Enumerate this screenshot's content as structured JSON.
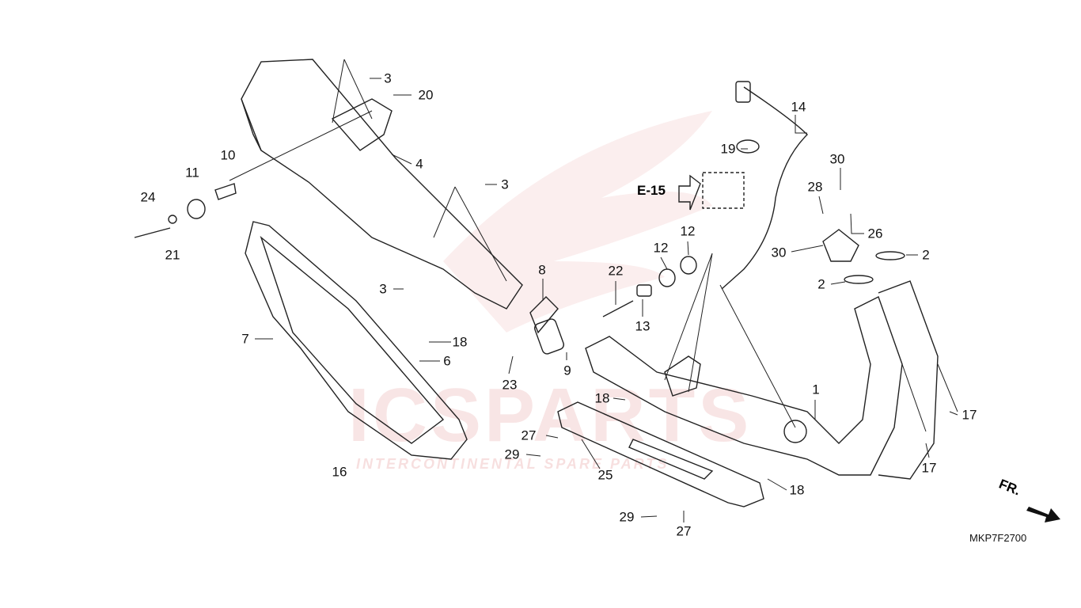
{
  "diagram": {
    "drawing_code": "MKP7F2700",
    "front_indicator": "FR.",
    "reference": "E-15",
    "watermark": {
      "brand": "ICSPARTS",
      "tagline": "INTERCONTINENTAL SPARE PARTS"
    },
    "callouts": [
      "3",
      "20",
      "4",
      "10",
      "11",
      "24",
      "21",
      "3",
      "3",
      "7",
      "18",
      "6",
      "16",
      "8",
      "9",
      "23",
      "22",
      "12",
      "12",
      "13",
      "14",
      "19",
      "30",
      "28",
      "26",
      "30",
      "2",
      "2",
      "1",
      "17",
      "17",
      "18",
      "27",
      "29",
      "25",
      "18",
      "29",
      "27"
    ]
  },
  "colors": {
    "line": "#222222",
    "watermark": "#c82828"
  }
}
